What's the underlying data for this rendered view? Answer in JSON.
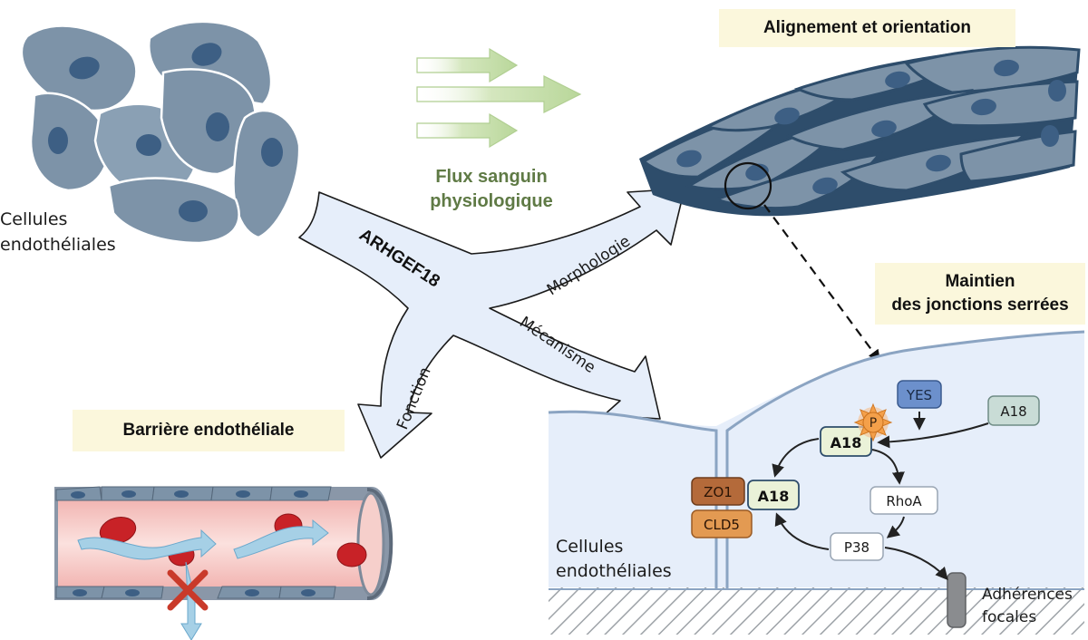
{
  "labels": {
    "cells_top_left_1": "Cellules",
    "cells_top_left_2": "endothéliales",
    "flow_1": "Flux sanguin",
    "flow_2": "physiologique",
    "gene": "ARHGEF18",
    "branch_morphology": "Morphologie",
    "branch_mechanism": "Mécanisme",
    "branch_function": "Fonction",
    "alignment_title": "Alignement et orientation",
    "tight_junction_title_1": "Maintien",
    "tight_junction_title_2": "des jonctions serrées",
    "barrier_title": "Barrière endothéliale",
    "cells_bottom_1": "Cellules",
    "cells_bottom_2": "endothéliales",
    "focal_1": "Adhérences",
    "focal_2": "focales"
  },
  "molecules": {
    "yes": "YES",
    "phospho": "P",
    "a18_active": "A18",
    "a18_inactive": "A18",
    "a18_junction": "A18",
    "zo1": "ZO1",
    "cld5": "CLD5",
    "rhoa": "RhoA",
    "p38": "P38"
  },
  "colors": {
    "cell_fill": "#7d93a8",
    "cell_dark": "#3d5f84",
    "pale_fill": "#e6eefa",
    "yes_fill": "#6c90cc",
    "phospho_fill": "#f4a04a",
    "zo1_fill": "#b46a3a",
    "cld5_fill": "#e39a52",
    "a18_fill": "#eaf2d8",
    "flow_green": "#5f7a45",
    "title_bg": "#fbf7dc",
    "blood_red": "#c82227"
  },
  "icons": {
    "blocked": "red-x-icon",
    "zoom": "magnifier-circle-icon"
  }
}
